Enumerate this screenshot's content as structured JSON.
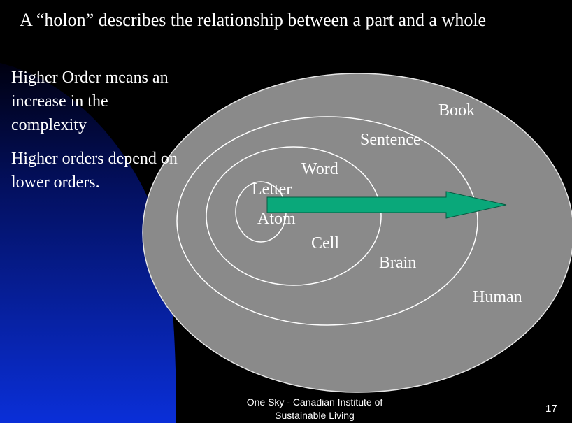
{
  "slide": {
    "title": "A “holon” describes the relationship between a part and a whole",
    "bullets": [
      "Higher Order means an increase in the complexity",
      "Higher orders depend on lower orders."
    ],
    "footer_line1": "One Sky - Canadian Institute of",
    "footer_line2": "Sustainable Living",
    "page_number": "17"
  },
  "diagram": {
    "labels": {
      "book": "Book",
      "sentence": "Sentence",
      "word": "Word",
      "letter": "Letter",
      "atom": "Atom",
      "cell": "Cell",
      "brain": "Brain",
      "human": "Human"
    },
    "colors": {
      "ellipse_fill": "#8a8a8a",
      "ring_stroke": "#ffffff",
      "arrow": "#0aa87a",
      "background_gradient": "#0a2fd8"
    }
  }
}
